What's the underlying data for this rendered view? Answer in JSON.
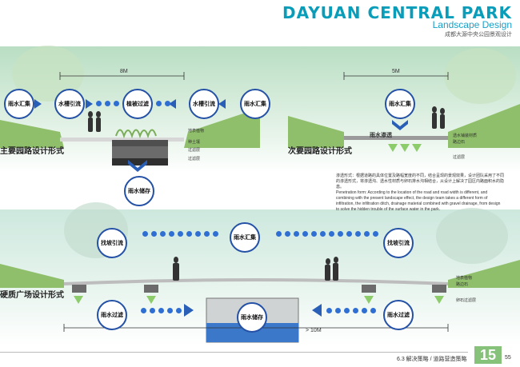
{
  "header": {
    "title": "DAYUAN CENTRAL PARK",
    "subtitle": "Landscape Design",
    "subtitle_cn": "成都大源中央公园景观设计"
  },
  "main_road": {
    "section_label": "主要园路设计形式",
    "width": "8M",
    "nodes": {
      "left_collect": "雨水汇集",
      "left_guide": "水槽引流",
      "center": "植被过滤",
      "right_guide": "水槽引流",
      "right_collect": "雨水汇集",
      "storage": "雨水储存"
    },
    "layers": [
      "地表植物",
      "种土壤",
      "过滤层",
      "过滤层"
    ]
  },
  "secondary_road": {
    "section_label": "次要园路设计形式",
    "width": "5M",
    "nodes": {
      "collect": "雨水汇集",
      "seep": "雨水渗透"
    },
    "layers": [
      "透水铺装材质",
      "路边石",
      "过滤层"
    ]
  },
  "description": {
    "cn": "渗透形式：根据道路的具体位置及路幅宽度的不同，结合呈现的景观效果，设计团队采用了不同的渗透形式，将渗透沟、透水性材质与卵石排水沟相结合，从设计上解决了园区内路面积水的隐患。",
    "en": "Penetration form: According to the location of the road and road width is different, and combining with the present landscape effect, the design team takes a different form of infiltration, the infiltration ditch, drainage material combined with gravel drainage, from design to solve the hidden trouble of the surface water in the park."
  },
  "plaza": {
    "section_label": "硬质广场设计形式",
    "width": "> 10M",
    "nodes": {
      "top_collect": "雨水汇集",
      "left_guide": "找坡引流",
      "right_guide": "找坡引流",
      "left_filter": "雨水过滤",
      "right_filter": "雨水过滤",
      "storage": "雨水储存"
    },
    "layers": [
      "地表植物",
      "路边石",
      "卵石过滤层"
    ]
  },
  "footer": {
    "section": "6.3 解决策略 / 道路营造策略",
    "badge": "15",
    "page": "55"
  },
  "colors": {
    "accent": "#2f6fd3",
    "circle_border": "#2451a6",
    "arrow": "#2a5fb8",
    "grass": "#8fbf6a",
    "title": "#0a9dba",
    "water": "#3b78c9"
  }
}
